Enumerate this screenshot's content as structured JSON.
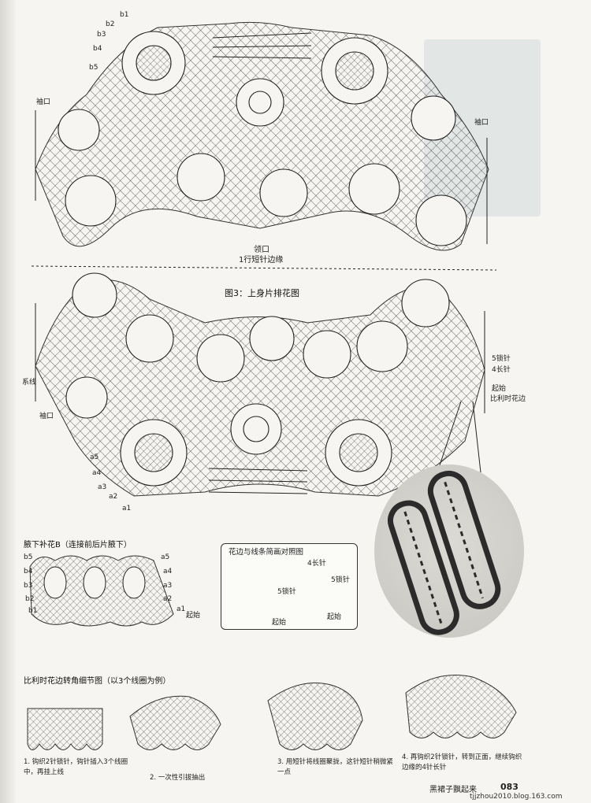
{
  "top_figure": {
    "neck_label": "领口",
    "edge_label": "1行短针边缘",
    "title": "图3：上身片排花图",
    "sleeve_left_top": "袖口",
    "sleeve_right_top": "袖口",
    "sleeve_left_bottom": "袖口",
    "side_label": "系线",
    "top_rows": [
      "b1",
      "b2",
      "b3",
      "b4",
      "b5"
    ],
    "bottom_rows": [
      "a5",
      "a4",
      "a3",
      "a2",
      "a1"
    ],
    "right_notes": [
      "5锁针",
      "4长针",
      "起始",
      "比利时花边"
    ]
  },
  "underarm": {
    "title": "腋下补花B（连接前后片腋下）",
    "left_labels": [
      "b5",
      "b4",
      "b3",
      "b2",
      "b1"
    ],
    "right_labels": [
      "a5",
      "a4",
      "a3",
      "a2",
      "a1"
    ],
    "start": "起始"
  },
  "sample": {
    "title": "花边与线条简画对照图",
    "labels": [
      "4长针",
      "5锁针",
      "5锁针",
      "起始",
      "起始"
    ]
  },
  "corner": {
    "title": "比利时花边转角细节图（以3个线圈为例）",
    "steps": [
      "1. 钩织2针锁针，钩针插入3个线圈中，再挂上线",
      "2. 一次性引拔抽出",
      "3. 用短针将线圈聚拢，这针短针稍微紧一点",
      "4. 再钩织2针锁针，转到正面，继续钩织边缘的4针长针"
    ]
  },
  "footer": {
    "book_title": "黑裙子飘起来",
    "page_number": "083",
    "url": "tjjzhou2010.blog.163.com"
  }
}
